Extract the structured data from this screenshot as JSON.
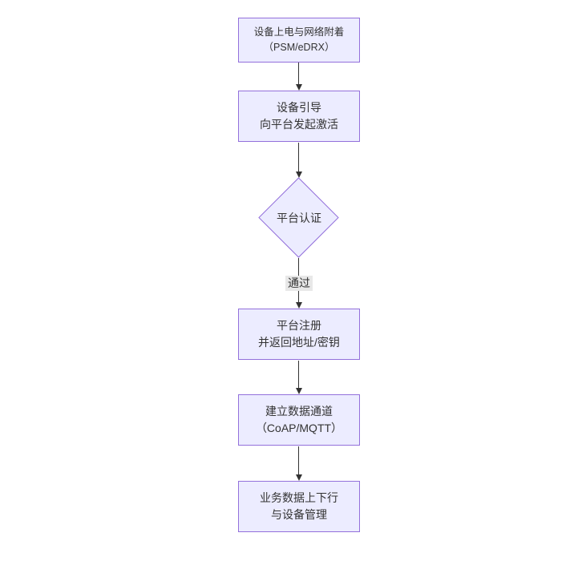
{
  "diagram": {
    "type": "flowchart",
    "direction": "top-down",
    "colors": {
      "node_fill": "#ECECFF",
      "node_border": "#9370DB",
      "text": "#333333",
      "edge": "#333333",
      "edge_label_bg": "#e8e8e8"
    },
    "nodes": [
      {
        "id": "power-on-attach",
        "shape": "rect",
        "line1": "设备上电与网络附着",
        "line2": "（PSM/eDRX）"
      },
      {
        "id": "bootstrap",
        "shape": "rect",
        "line1": "设备引导",
        "line2": "向平台发起激活"
      },
      {
        "id": "platform-auth",
        "shape": "diamond",
        "line1": "平台认证"
      },
      {
        "id": "register",
        "shape": "rect",
        "line1": "平台注册",
        "line2": "并返回地址/密钥"
      },
      {
        "id": "data-channel",
        "shape": "rect",
        "line1": "建立数据通道",
        "line2": "（CoAP/MQTT）"
      },
      {
        "id": "business-data",
        "shape": "rect",
        "line1": "业务数据上下行",
        "line2": "与设备管理"
      }
    ],
    "edges": [
      {
        "from": "power-on-attach",
        "to": "bootstrap",
        "label": ""
      },
      {
        "from": "bootstrap",
        "to": "platform-auth",
        "label": ""
      },
      {
        "from": "platform-auth",
        "to": "register",
        "label": "通过"
      },
      {
        "from": "register",
        "to": "data-channel",
        "label": ""
      },
      {
        "from": "data-channel",
        "to": "business-data",
        "label": ""
      }
    ]
  }
}
